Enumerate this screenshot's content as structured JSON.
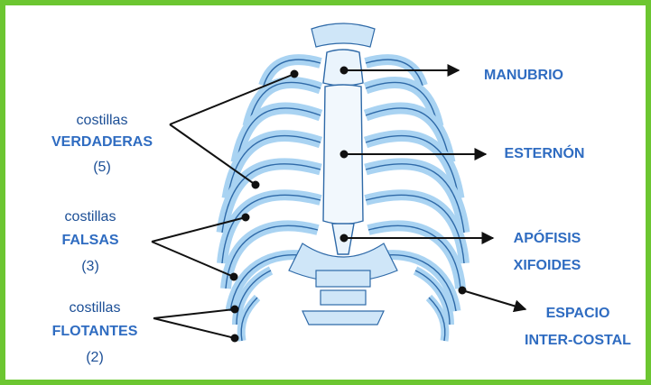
{
  "colors": {
    "border": "#6cc631",
    "bone_fill": "#a9d3f2",
    "bone_stroke": "#2f6aa8",
    "label_blue": "#2f6cc1",
    "pointer": "#111111"
  },
  "labels": {
    "verdaderas": {
      "line1": "costillas",
      "line2": "VERDADERAS",
      "line3": "(5)"
    },
    "falsas": {
      "line1": "costillas",
      "line2": "FALSAS",
      "line3": "(3)"
    },
    "flotantes": {
      "line1": "costillas",
      "line2": "FLOTANTES",
      "line3": "(2)"
    },
    "manubrio": "MANUBRIO",
    "esternon": "ESTERNÓN",
    "apofisis": {
      "line1": "APÓFISIS",
      "line2": "XIFOIDES"
    },
    "espacio": {
      "line1": "ESPACIO",
      "line2": "INTER-COSTAL"
    }
  }
}
